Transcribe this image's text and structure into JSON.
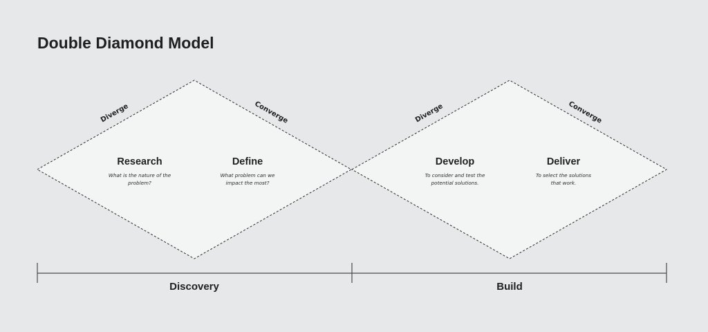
{
  "title": "Double Diamond Model",
  "diamonds": [
    {
      "edge_labels": {
        "left": "Diverge",
        "right": "Converge"
      },
      "phases": [
        {
          "title": "Research",
          "description": [
            "What is the nature of the",
            "problem?"
          ]
        },
        {
          "title": "Define",
          "description": [
            "What problem can we",
            "impact the most?"
          ]
        }
      ]
    },
    {
      "edge_labels": {
        "left": "Diverge",
        "right": "Converge"
      },
      "phases": [
        {
          "title": "Develop",
          "description": [
            "To consider and test the",
            "potential solutions."
          ]
        },
        {
          "title": "Deliver",
          "description": [
            "To select the solutions",
            "that work."
          ]
        }
      ]
    }
  ],
  "stages": [
    "Discovery",
    "Build"
  ]
}
